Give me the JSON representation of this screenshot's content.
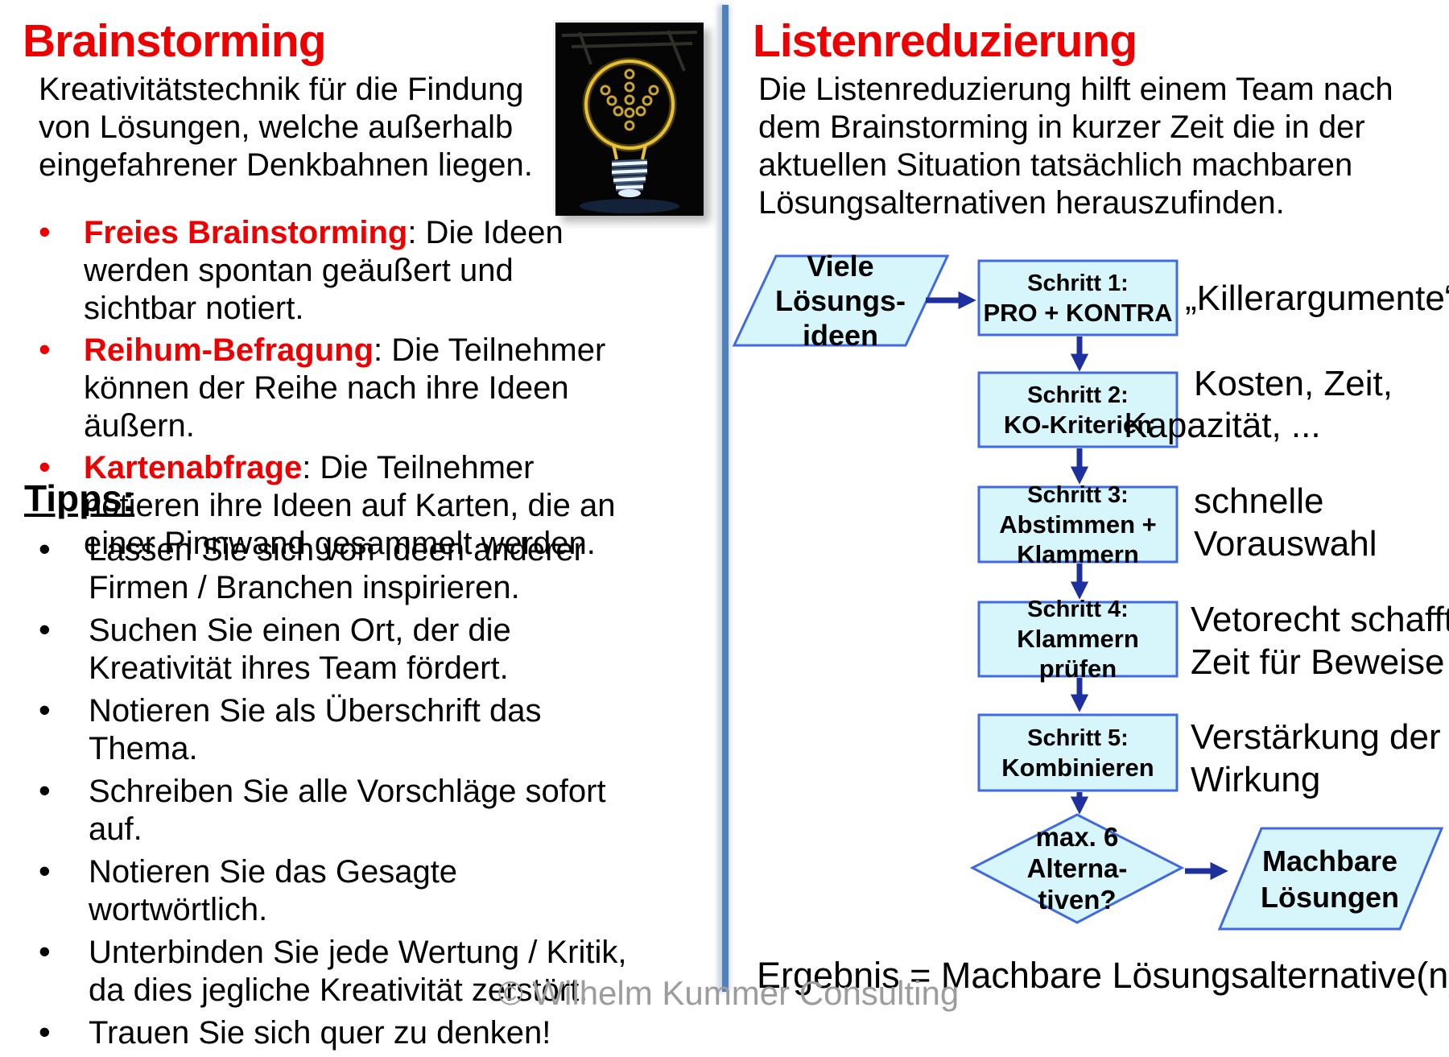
{
  "left": {
    "title": "Brainstorming",
    "intro": "Kreativitätstechnik für die Findung von Lösungen, welche außerhalb eingefahrener Denkbahnen liegen.",
    "methods": [
      {
        "term": "Freies Brainstorming",
        "rest": ": Die Ideen werden spontan geäußert und sichtbar notiert."
      },
      {
        "term": "Reihum-Befragung",
        "rest": ": Die Teilnehmer können der Reihe nach ihre Ideen äußern."
      },
      {
        "term": "Kartenabfrage",
        "rest": ": Die Teilnehmer notieren ihre Ideen auf Karten, die an einer Pinnwand gesammelt werden."
      }
    ],
    "tips_heading": "Tipps:",
    "tips": [
      "Lassen Sie sich von Ideen anderer Firmen / Branchen inspirieren.",
      "Suchen Sie einen Ort, der die Kreativität ihres Team fördert.",
      "Notieren Sie als Überschrift das Thema.",
      "Schreiben Sie alle Vorschläge sofort auf.",
      "Notieren Sie das Gesagte wortwörtlich.",
      "Unterbinden Sie jede Wertung / Kritik, da dies jegliche Kreativität zerstört.",
      "Trauen Sie sich quer zu denken!"
    ]
  },
  "right": {
    "title": "Listenreduzierung",
    "intro": "Die Listenreduzierung hilft einem Team nach dem Brainstorming in kurzer Zeit die in der aktuellen Situation tatsächlich machbaren Lösungsalternativen herauszufinden.",
    "flow": {
      "start": {
        "line1": "Viele",
        "line2": "Lösungs-",
        "line3": "ideen"
      },
      "steps": [
        {
          "title": "Schritt 1:",
          "label": "PRO + KONTRA"
        },
        {
          "title": "Schritt 2:",
          "label": "KO-Kriterien"
        },
        {
          "title": "Schritt 3:",
          "label": "Abstimmen + Klammern"
        },
        {
          "title": "Schritt 4:",
          "label": "Klammern prüfen"
        },
        {
          "title": "Schritt 5:",
          "label": "Kombinieren"
        }
      ],
      "notes": {
        "n1_line1": "„Killerargumente“",
        "n2_line1": "Kosten, Zeit,",
        "n2_line2": "Kapazität, ...",
        "n3_line1": "schnelle",
        "n3_line2": "Vorauswahl",
        "n4_line1": "Vetorecht schafft",
        "n4_line2": "Zeit für Beweise",
        "n5_line1": "Verstärkung der",
        "n5_line2": "Wirkung"
      },
      "decision": {
        "line1": "max. 6",
        "line2": "Alterna-",
        "line3": "tiven?"
      },
      "end": {
        "line1": "Machbare",
        "line2": "Lösungen"
      }
    },
    "result": "Ergebnis = Machbare Lösungsalternative(n)"
  },
  "footer": "© Wilhelm Kummer Consulting",
  "colors": {
    "accent_red": "#ee0000",
    "flow_box_fill": "#d7f6fb",
    "flow_box_border": "#4169e1",
    "flow_arrow": "#1e2f9e",
    "divider_blue": "#4f81bd",
    "footer_gray": "#9c9c9c"
  }
}
